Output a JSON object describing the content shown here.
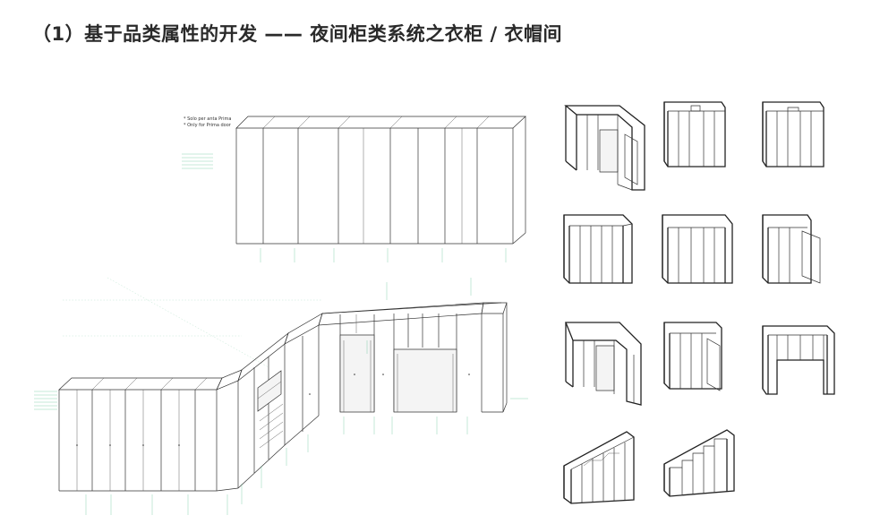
{
  "header": {
    "title": "（1）基于品类属性的开发 —— 夜间柜类系统之衣柜 / 衣帽间"
  },
  "drawing_notes": {
    "line1": "* Solo per anta Prima",
    "line2": "* Only for Prima door"
  },
  "colors": {
    "line": "#333333",
    "dimension": "#22a36a",
    "background": "#ffffff"
  },
  "thumbnails": [
    "corner-wardrobe-open-door",
    "wardrobe-open-top",
    "wardrobe-stepped-top",
    "walk-in-three-sided",
    "walk-in-wide-open",
    "corner-wardrobe-right-door",
    "corner-l-walk-in",
    "walk-in-open-door",
    "bridge-wardrobe",
    "sloped-ceiling-wardrobe",
    "stepped-stair-wardrobe"
  ]
}
